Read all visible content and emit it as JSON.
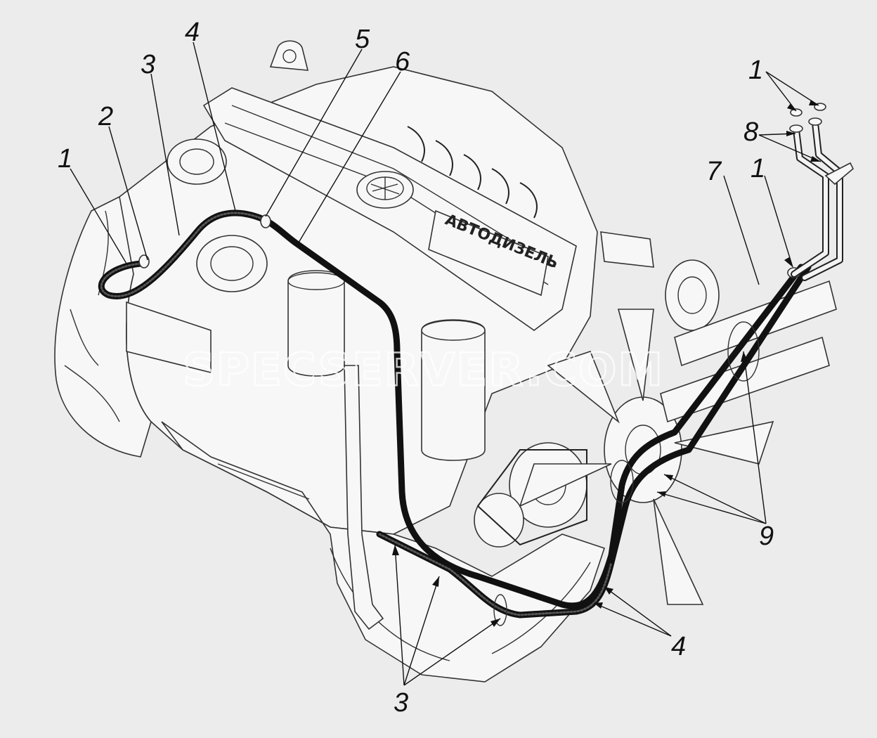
{
  "callouts": [
    {
      "id": "c1a",
      "label": "1"
    },
    {
      "id": "c2",
      "label": "2"
    },
    {
      "id": "c3a",
      "label": "3"
    },
    {
      "id": "c4a",
      "label": "4"
    },
    {
      "id": "c5",
      "label": "5"
    },
    {
      "id": "c6",
      "label": "6"
    },
    {
      "id": "c1b",
      "label": "1"
    },
    {
      "id": "c8",
      "label": "8"
    },
    {
      "id": "c7",
      "label": "7"
    },
    {
      "id": "c1c",
      "label": "1"
    },
    {
      "id": "c9",
      "label": "9"
    },
    {
      "id": "c4b",
      "label": "4"
    },
    {
      "id": "c3b",
      "label": "3"
    }
  ],
  "brand_text": "АВТОДИЗЕЛЬ",
  "watermark": "SPECSERVER.COM"
}
